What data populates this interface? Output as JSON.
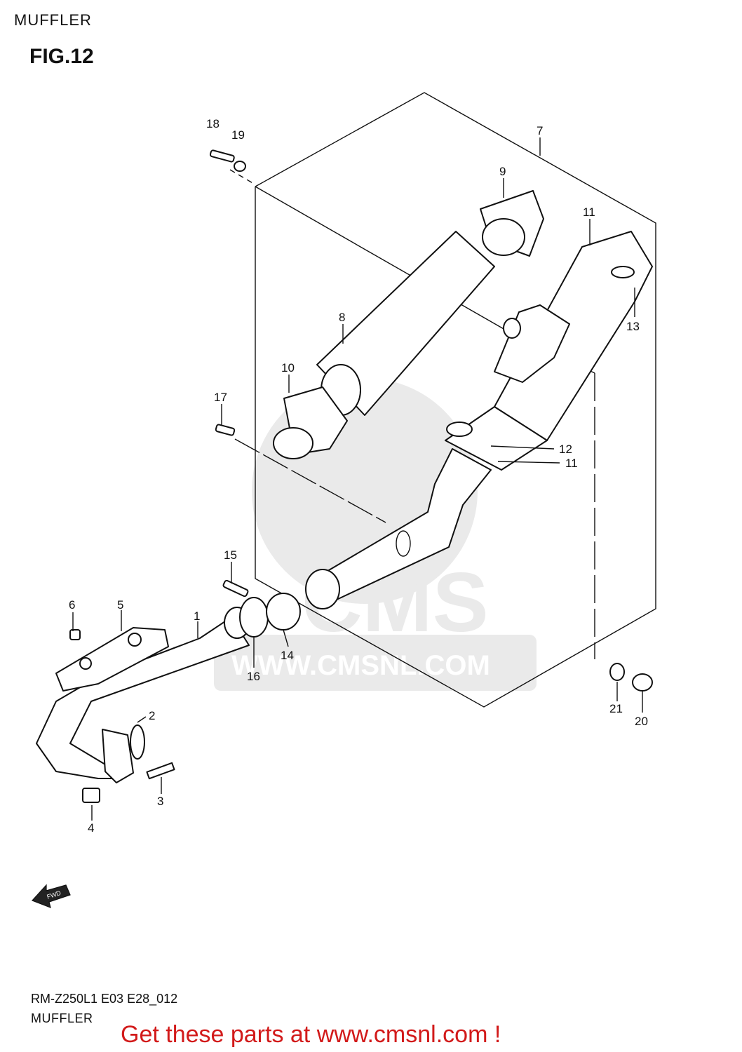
{
  "header": {
    "section_title": "MUFFLER",
    "figure_label": "FIG.12"
  },
  "diagram": {
    "callouts": [
      {
        "id": "c1",
        "label": "1"
      },
      {
        "id": "c2",
        "label": "2"
      },
      {
        "id": "c3",
        "label": "3"
      },
      {
        "id": "c4",
        "label": "4"
      },
      {
        "id": "c5",
        "label": "5"
      },
      {
        "id": "c6",
        "label": "6"
      },
      {
        "id": "c7",
        "label": "7"
      },
      {
        "id": "c8",
        "label": "8"
      },
      {
        "id": "c9",
        "label": "9"
      },
      {
        "id": "c10",
        "label": "10"
      },
      {
        "id": "c11a",
        "label": "11"
      },
      {
        "id": "c11b",
        "label": "11"
      },
      {
        "id": "c12",
        "label": "12"
      },
      {
        "id": "c13",
        "label": "13"
      },
      {
        "id": "c14",
        "label": "14"
      },
      {
        "id": "c15",
        "label": "15"
      },
      {
        "id": "c16",
        "label": "16"
      },
      {
        "id": "c17",
        "label": "17"
      },
      {
        "id": "c18",
        "label": "18"
      },
      {
        "id": "c19",
        "label": "19"
      },
      {
        "id": "c20",
        "label": "20"
      },
      {
        "id": "c21",
        "label": "21"
      }
    ],
    "fwd_label": "FWD",
    "watermark_text": "CMS",
    "watermark_url": "WWW.CMSNL.COM"
  },
  "footer": {
    "code": "RM-Z250L1  E03 E28_012",
    "title": "MUFFLER",
    "cta": "Get these parts at www.cmsnl.com !"
  },
  "colors": {
    "cta": "#d21a1a",
    "line": "#111111",
    "watermark": "#d9d9d9"
  }
}
